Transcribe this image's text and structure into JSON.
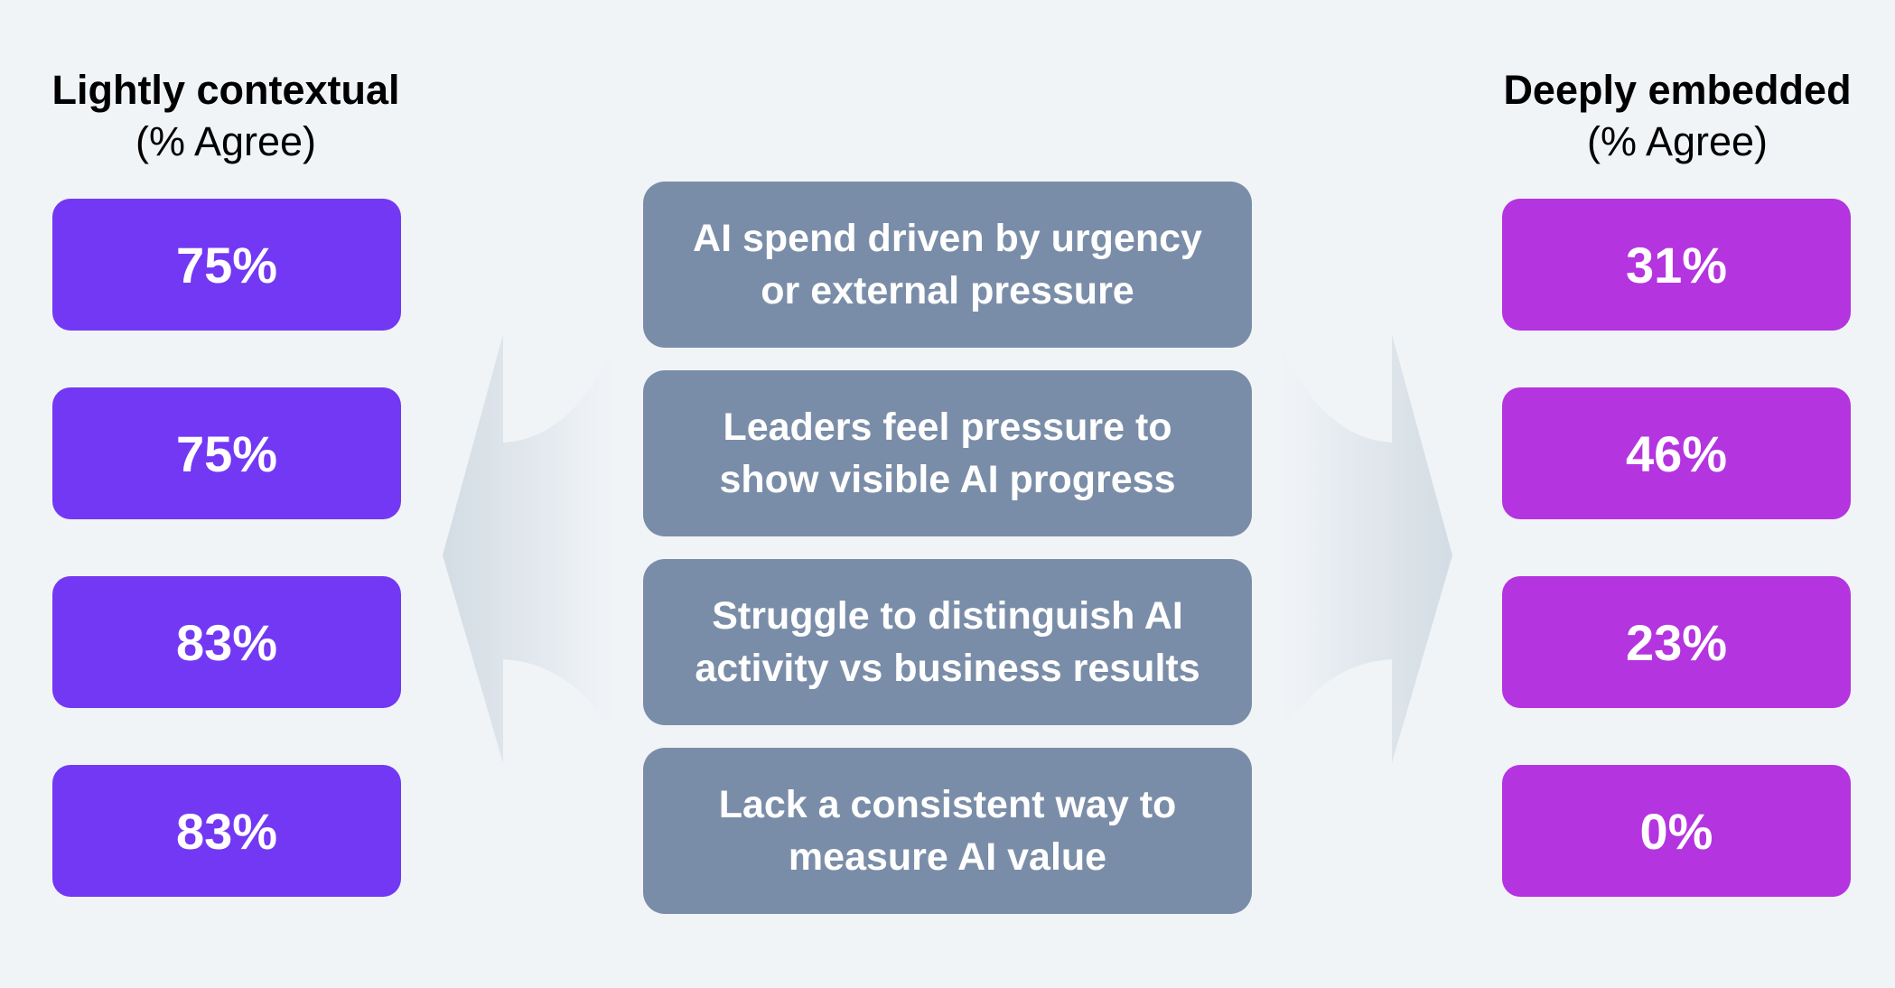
{
  "colors": {
    "left": "#7338f3",
    "right": "#b434e0",
    "center": "#7a8da8",
    "arrow": "#d6dee5"
  },
  "left_header": {
    "title": "Lightly contextual",
    "subtitle": "(% Agree)"
  },
  "right_header": {
    "title": "Deeply embedded",
    "subtitle": "(% Agree)"
  },
  "rows": [
    {
      "statement": "AI spend driven by urgency or external pressure",
      "left_value": "75%",
      "right_value": "31%"
    },
    {
      "statement": "Leaders feel pressure to show visible AI progress",
      "left_value": "75%",
      "right_value": "46%"
    },
    {
      "statement": "Struggle to distinguish AI activity vs business results",
      "left_value": "83%",
      "right_value": "23%"
    },
    {
      "statement": "Lack a consistent way to measure AI value",
      "left_value": "83%",
      "right_value": "0%"
    }
  ]
}
